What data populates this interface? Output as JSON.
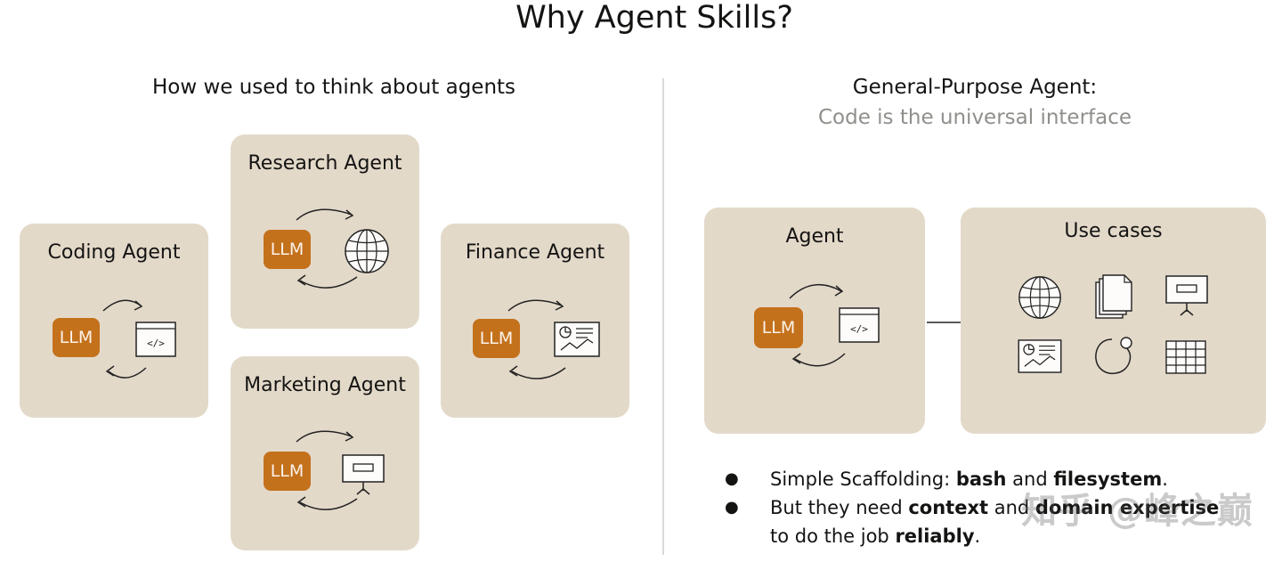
{
  "title": "Why Agent Skills?",
  "left": {
    "subtitle": "How we used to think about agents",
    "cards": [
      {
        "label": "Coding Agent",
        "llm": "LLM",
        "tool_icon": "code-window-icon"
      },
      {
        "label": "Research Agent",
        "llm": "LLM",
        "tool_icon": "globe-icon"
      },
      {
        "label": "Finance Agent",
        "llm": "LLM",
        "tool_icon": "chart-document-icon"
      },
      {
        "label": "Marketing Agent",
        "llm": "LLM",
        "tool_icon": "presentation-board-icon"
      }
    ]
  },
  "right": {
    "heading": "General-Purpose Agent:",
    "subheading": "Code is the universal interface",
    "agent_card": {
      "label": "Agent",
      "llm": "LLM",
      "tool_icon": "code-window-icon"
    },
    "use_cases": {
      "label": "Use cases",
      "icons": [
        "globe-icon",
        "documents-icon",
        "presentation-board-icon",
        "chart-document-icon",
        "chat-bubble-icon",
        "calendar-grid-icon"
      ]
    },
    "bullets": [
      {
        "bullet": "●",
        "parts": [
          "Simple Scaffolding: ",
          "bash",
          " and ",
          "filesystem",
          "."
        ]
      },
      {
        "bullet": "●",
        "parts": [
          "But they need ",
          "context",
          " and ",
          "domain expertise",
          ""
        ],
        "line2_parts": [
          "to do the job ",
          "reliably",
          "."
        ]
      }
    ]
  },
  "watermark": "知乎 @峰之巅",
  "colors": {
    "card": "#e3d9c9",
    "llm": "#c4711c",
    "muted_text": "#8f8f8b",
    "divider": "#d9d9d6"
  }
}
